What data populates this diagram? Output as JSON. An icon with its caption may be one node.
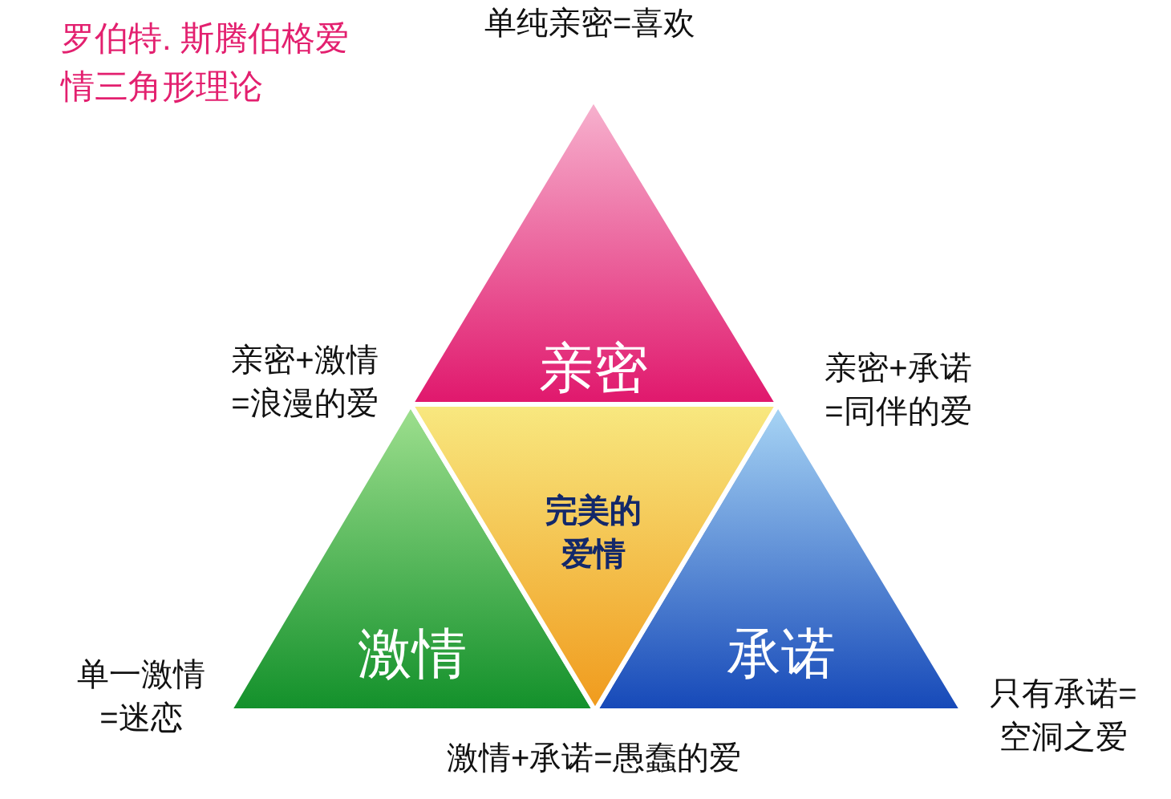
{
  "diagram": {
    "title": "罗伯特. 斯腾伯格爱情三角形理论",
    "nodes": [
      {
        "text": [
          "亲密"
        ]
      },
      {
        "text": [
          "激情"
        ]
      },
      {
        "text": [
          "承诺"
        ]
      },
      {
        "text": [
          "完美的爱情"
        ]
      }
    ],
    "labels": [
      "单纯亲密=喜欢",
      "亲密+激情=浪漫的爱",
      "亲密+承诺=同伴的爱",
      "单一激情=迷恋",
      "只有承诺=空洞之爱",
      "激情+承诺=愚蠢的爱"
    ]
  }
}
